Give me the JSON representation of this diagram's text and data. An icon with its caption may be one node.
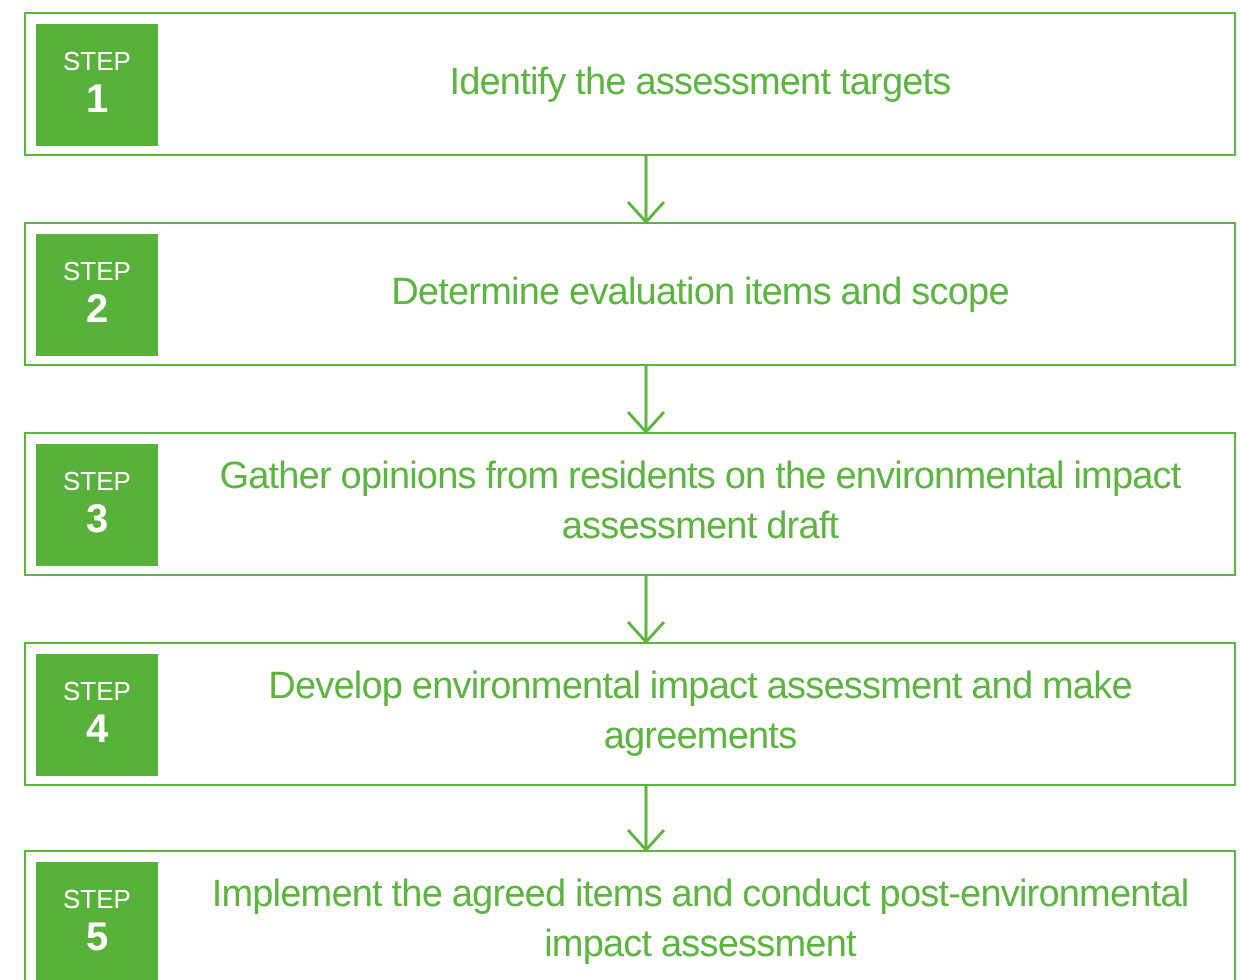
{
  "diagram": {
    "nodes": [
      {
        "text": [
          "Identify the assessment targets"
        ]
      },
      {
        "text": [
          "STEP",
          "1"
        ],
        "in": 0
      },
      {
        "text": [
          "Determine evaluation items and scope"
        ]
      },
      {
        "text": [
          "STEP",
          "2"
        ],
        "in": 2
      },
      {
        "text": [
          "Gather opinions from residents on the environmental impact assessment draft"
        ]
      },
      {
        "text": [
          "STEP",
          "3"
        ],
        "in": 4
      },
      {
        "text": [
          "Develop environmental impact assessment and make agreements"
        ]
      },
      {
        "text": [
          "STEP",
          "4"
        ],
        "in": 6
      },
      {
        "text": [
          "Implement the agreed items and conduct post-environmental impact assessment"
        ]
      },
      {
        "text": [
          "STEP",
          "5"
        ],
        "in": 8
      }
    ],
    "edges": [
      {
        "from": 0,
        "to": 2,
        "arrow": "to"
      },
      {
        "from": 2,
        "to": 4,
        "arrow": "to"
      },
      {
        "from": 4,
        "to": 6,
        "arrow": "to"
      },
      {
        "from": 6,
        "to": 8,
        "arrow": "to"
      }
    ]
  }
}
